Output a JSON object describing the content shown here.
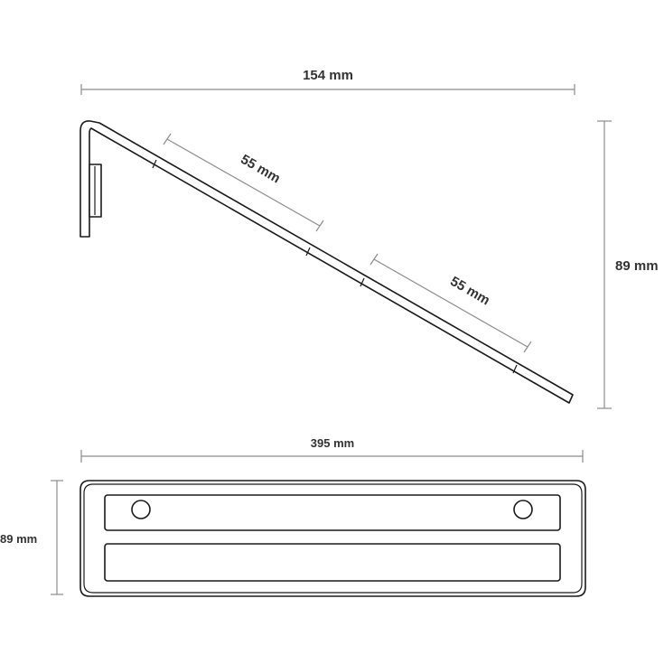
{
  "side_view": {
    "width_label": "154 mm",
    "height_label": "89 mm",
    "segment_a_label": "55 mm",
    "segment_b_label": "55 mm"
  },
  "top_view": {
    "length_label": "395 mm",
    "depth_label": "89 mm"
  },
  "colors": {
    "dimension_line": "#8c8c8c",
    "part_outline": "#1a1a1a",
    "label_text": "#333333",
    "background": "#ffffff"
  }
}
